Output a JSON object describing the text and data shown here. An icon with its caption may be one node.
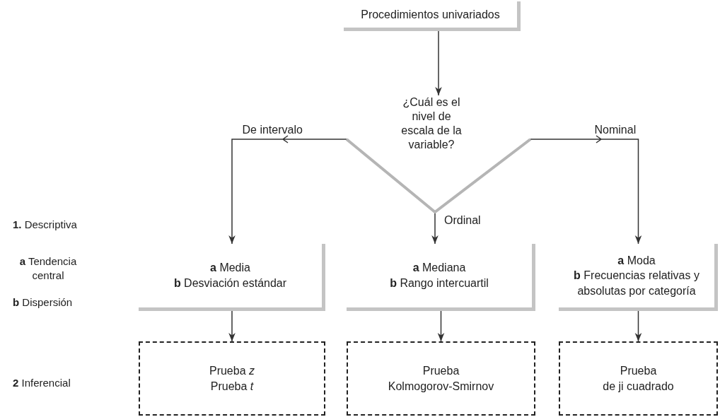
{
  "diagram": {
    "nodes": [
      {
        "text": [
          "Procedimientos univariados"
        ]
      },
      {
        "text": [
          "¿Cuál es el nivel de escala de la variable?"
        ]
      },
      {
        "text": [
          "**a** Media",
          "**b** Desviación estándar"
        ]
      },
      {
        "text": [
          "**a** Mediana",
          "**b** Rango intercuartil"
        ]
      },
      {
        "text": [
          "**a** Moda",
          "**b** Frecuencias relativas y absolutas por categoría"
        ]
      },
      {
        "text": [
          "Prueba *z*",
          "Prueba *t*"
        ]
      },
      {
        "text": [
          "Prueba",
          "Kolmogorov-Smirnov"
        ]
      },
      {
        "text": [
          "Prueba",
          "de ji cuadrado"
        ]
      }
    ],
    "edges": [
      {
        "from": 0,
        "to": 1,
        "arrow": "to"
      },
      {
        "from": 1,
        "to": 2,
        "arrow": "to",
        "label": "De intervalo"
      },
      {
        "from": 1,
        "to": 3,
        "arrow": "to",
        "label": "Ordinal"
      },
      {
        "from": 1,
        "to": 4,
        "arrow": "to",
        "label": "Nominal"
      },
      {
        "from": 2,
        "to": 5,
        "arrow": "to"
      },
      {
        "from": 3,
        "to": 6,
        "arrow": "to"
      },
      {
        "from": 4,
        "to": 7,
        "arrow": "to"
      }
    ],
    "labels": [
      "**1.** Descriptiva",
      "**a** Tendencia central",
      "**b** Dispersión",
      "**2** Inferencial"
    ]
  }
}
